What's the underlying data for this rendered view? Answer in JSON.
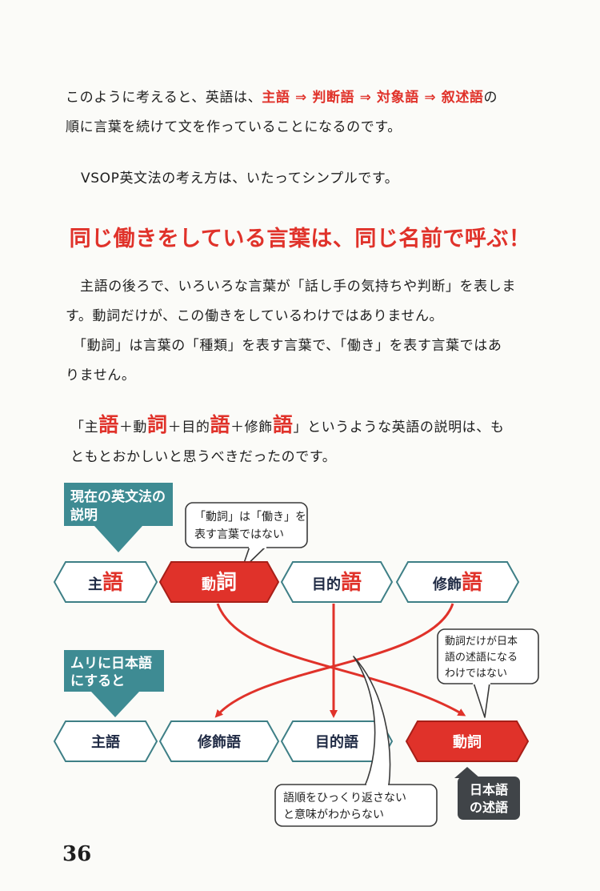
{
  "page": {
    "paragraph1": {
      "p1": "このように考えると、英語は、",
      "c1": "主語",
      "a1": " ⇒ ",
      "c2": "判断語",
      "a2": " ⇒ ",
      "c3": "対象語",
      "a3": " ⇒ ",
      "c4": "叙述語",
      "p2": "の",
      "line2": "順に言葉を続けて文を作っていることになるのです。"
    },
    "paragraph2": "VSOP英文法の考え方は、いたってシンプルです。",
    "headline": "同じ働きをしている言葉は、同じ名前で呼ぶ！",
    "paragraph3": {
      "line1": "主語の後ろで、いろいろな言葉が「話し手の気持ちや判断」を表しま",
      "line2": "す。動詞だけが、この働きをしているわけではありません。",
      "line3": "「動詞」は言葉の「種類」を表す言葉で、「働き」を表す言葉ではあ",
      "line4": "りません。"
    },
    "paragraph4": {
      "t1": "「主",
      "g1": "語",
      "t2": "＋動",
      "g2": "詞",
      "t3": "＋目的",
      "g3": "語",
      "t4": "＋修飾",
      "g4": "語",
      "t5": "」というような英語の説明は、も",
      "line2": "ともとおかしいと思うべきだったのです。"
    },
    "page_number": "36"
  },
  "diagram": {
    "label_current": {
      "line1": "現在の英文法の",
      "line2": "説明"
    },
    "label_forced": {
      "line1": "ムリに日本語",
      "line2": "にすると"
    },
    "bubble_top": {
      "line1": "「動詞」は「働き」を",
      "line2": "表す言葉ではない"
    },
    "bubble_right": {
      "line1": "動詞だけが日本",
      "line2": "語の述語になる",
      "line3": "わけではない"
    },
    "bubble_bottom": {
      "line1": "語順をひっくり返さない",
      "line2": "と意味がわからない"
    },
    "top_row": [
      {
        "base": "主",
        "emph": "語"
      },
      {
        "base": "動",
        "emph": "詞"
      },
      {
        "base": "目的",
        "emph": "語"
      },
      {
        "base": "修飾",
        "emph": "語"
      }
    ],
    "bottom_row": [
      "主語",
      "修飾語",
      "目的語",
      "動詞"
    ],
    "jp_predicate": {
      "line1": "日本語",
      "line2": "の述語"
    },
    "colors": {
      "red": "#e0322a",
      "teal": "#3e8b93",
      "dark": "#404448",
      "navy": "#1f2a44"
    }
  }
}
